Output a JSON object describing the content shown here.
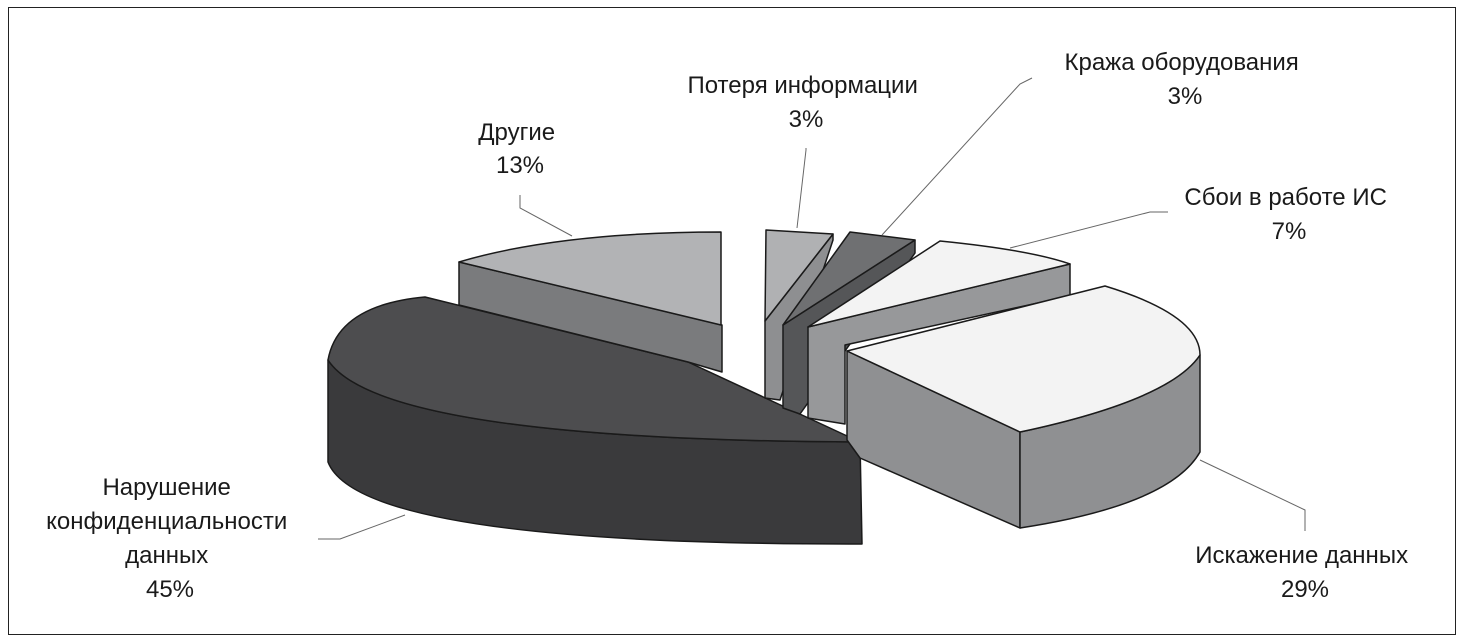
{
  "chart_data": {
    "type": "pie",
    "title": "",
    "slices": [
      {
        "name": "Нарушение конфиденциальности данных",
        "label_lines": [
          "Нарушение",
          "конфиденциальности",
          "данных"
        ],
        "value": 45,
        "value_label": "45%",
        "top_color": "#4d4d4f",
        "side_color": "#3a3a3c"
      },
      {
        "name": "Другие",
        "label_lines": [
          "Другие"
        ],
        "value": 13,
        "value_label": "13%",
        "top_color": "#b2b3b5",
        "side_color": "#7a7b7d"
      },
      {
        "name": "Потеря информации",
        "label_lines": [
          "Потеря информации"
        ],
        "value": 3,
        "value_label": "3%",
        "top_color": "#b0b1b3",
        "side_color": "#8e8f91"
      },
      {
        "name": "Кража оборудования",
        "label_lines": [
          "Кража оборудования"
        ],
        "value": 3,
        "value_label": "3%",
        "top_color": "#6f7072",
        "side_color": "#555658"
      },
      {
        "name": "Сбои в работе ИС",
        "label_lines": [
          "Сбои в работе ИС"
        ],
        "value": 7,
        "value_label": "7%",
        "top_color": "#f3f3f3",
        "side_color": "#97989a"
      },
      {
        "name": "Искажение данных",
        "label_lines": [
          "Искажение данных"
        ],
        "value": 29,
        "value_label": "29%",
        "top_color": "#f3f3f3",
        "side_color": "#8f9092"
      }
    ],
    "style": "3d-exploded",
    "legend": "none"
  }
}
